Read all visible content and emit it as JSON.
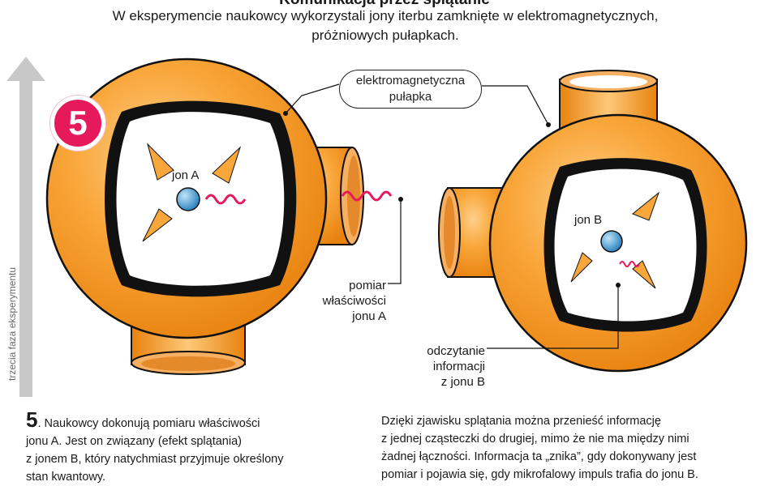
{
  "header": {
    "title": "Komunikacja przez splątanie",
    "intro_line1": "W eksperymencie naukowcy wykorzystali jony iterbu zamknięte w elektromagnetycznych,",
    "intro_line2": "próżniowych pułapkach."
  },
  "phase": {
    "label": "trzecia faza eksperymentu"
  },
  "step": {
    "number": "5"
  },
  "diagram": {
    "trap_label_line1": "elektromagnetyczna",
    "trap_label_line2": "pułapka",
    "ion_a": "jon A",
    "ion_b": "jon B",
    "measure_line1": "pomiar",
    "measure_line2": "właściwości",
    "measure_line3": "jonu A",
    "readout_line1": "odczytanie",
    "readout_line2": "informacji",
    "readout_line3": "z jonu B"
  },
  "captions": {
    "left_number": "5",
    "left_text_line1": ". Naukowcy dokonują pomiaru właściwości",
    "left_text_line2": "jonu A. Jest on związany (efekt splątania)",
    "left_text_line3": "z jonem B, który natychmiast przyjmuje określony",
    "left_text_line4": "stan kwantowy.",
    "right_line1": "Dzięki zjawisku splątania można przenieść informację",
    "right_line2": "z jednej cząsteczki do drugiej, mimo że nie ma między nimi",
    "right_line3": "żadnej łączności. Informacja ta „znika”, gdy dokonywany jest",
    "right_line4": "pomiar i pojawia się, gdy mikrofalowy impuls trafia do jonu B."
  },
  "colors": {
    "orange": "#f7941d",
    "orange_light": "#fdd08a",
    "ion_blue": "#4aa3d8",
    "wave_pink": "#e6195a",
    "badge": "#e6195a",
    "arrow_gray": "#c8c8c8"
  }
}
